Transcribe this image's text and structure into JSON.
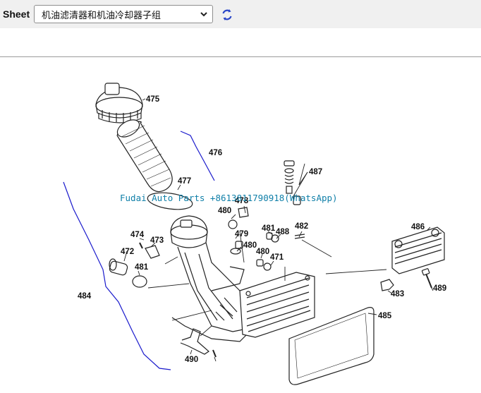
{
  "toolbar": {
    "sheet_label": "Sheet",
    "sheet_selected": "机油滤清器和机油冷却器子组",
    "refresh_icon": "refresh-icon",
    "dropdown_icon": "chevron-down-icon"
  },
  "watermark": "Fudai Auto Parts +8613811790918(WhatsApp)",
  "callouts": [
    "475",
    "476",
    "477",
    "487",
    "480",
    "478",
    "474",
    "473",
    "479",
    "480",
    "481",
    "488",
    "482",
    "486",
    "472",
    "481",
    "480",
    "471",
    "484",
    "483",
    "489",
    "485",
    "490"
  ],
  "colors": {
    "bracket_line": "#1a1acc",
    "watermark": "#0f7fa8",
    "toolbar_bg": "#f0f0f0"
  }
}
